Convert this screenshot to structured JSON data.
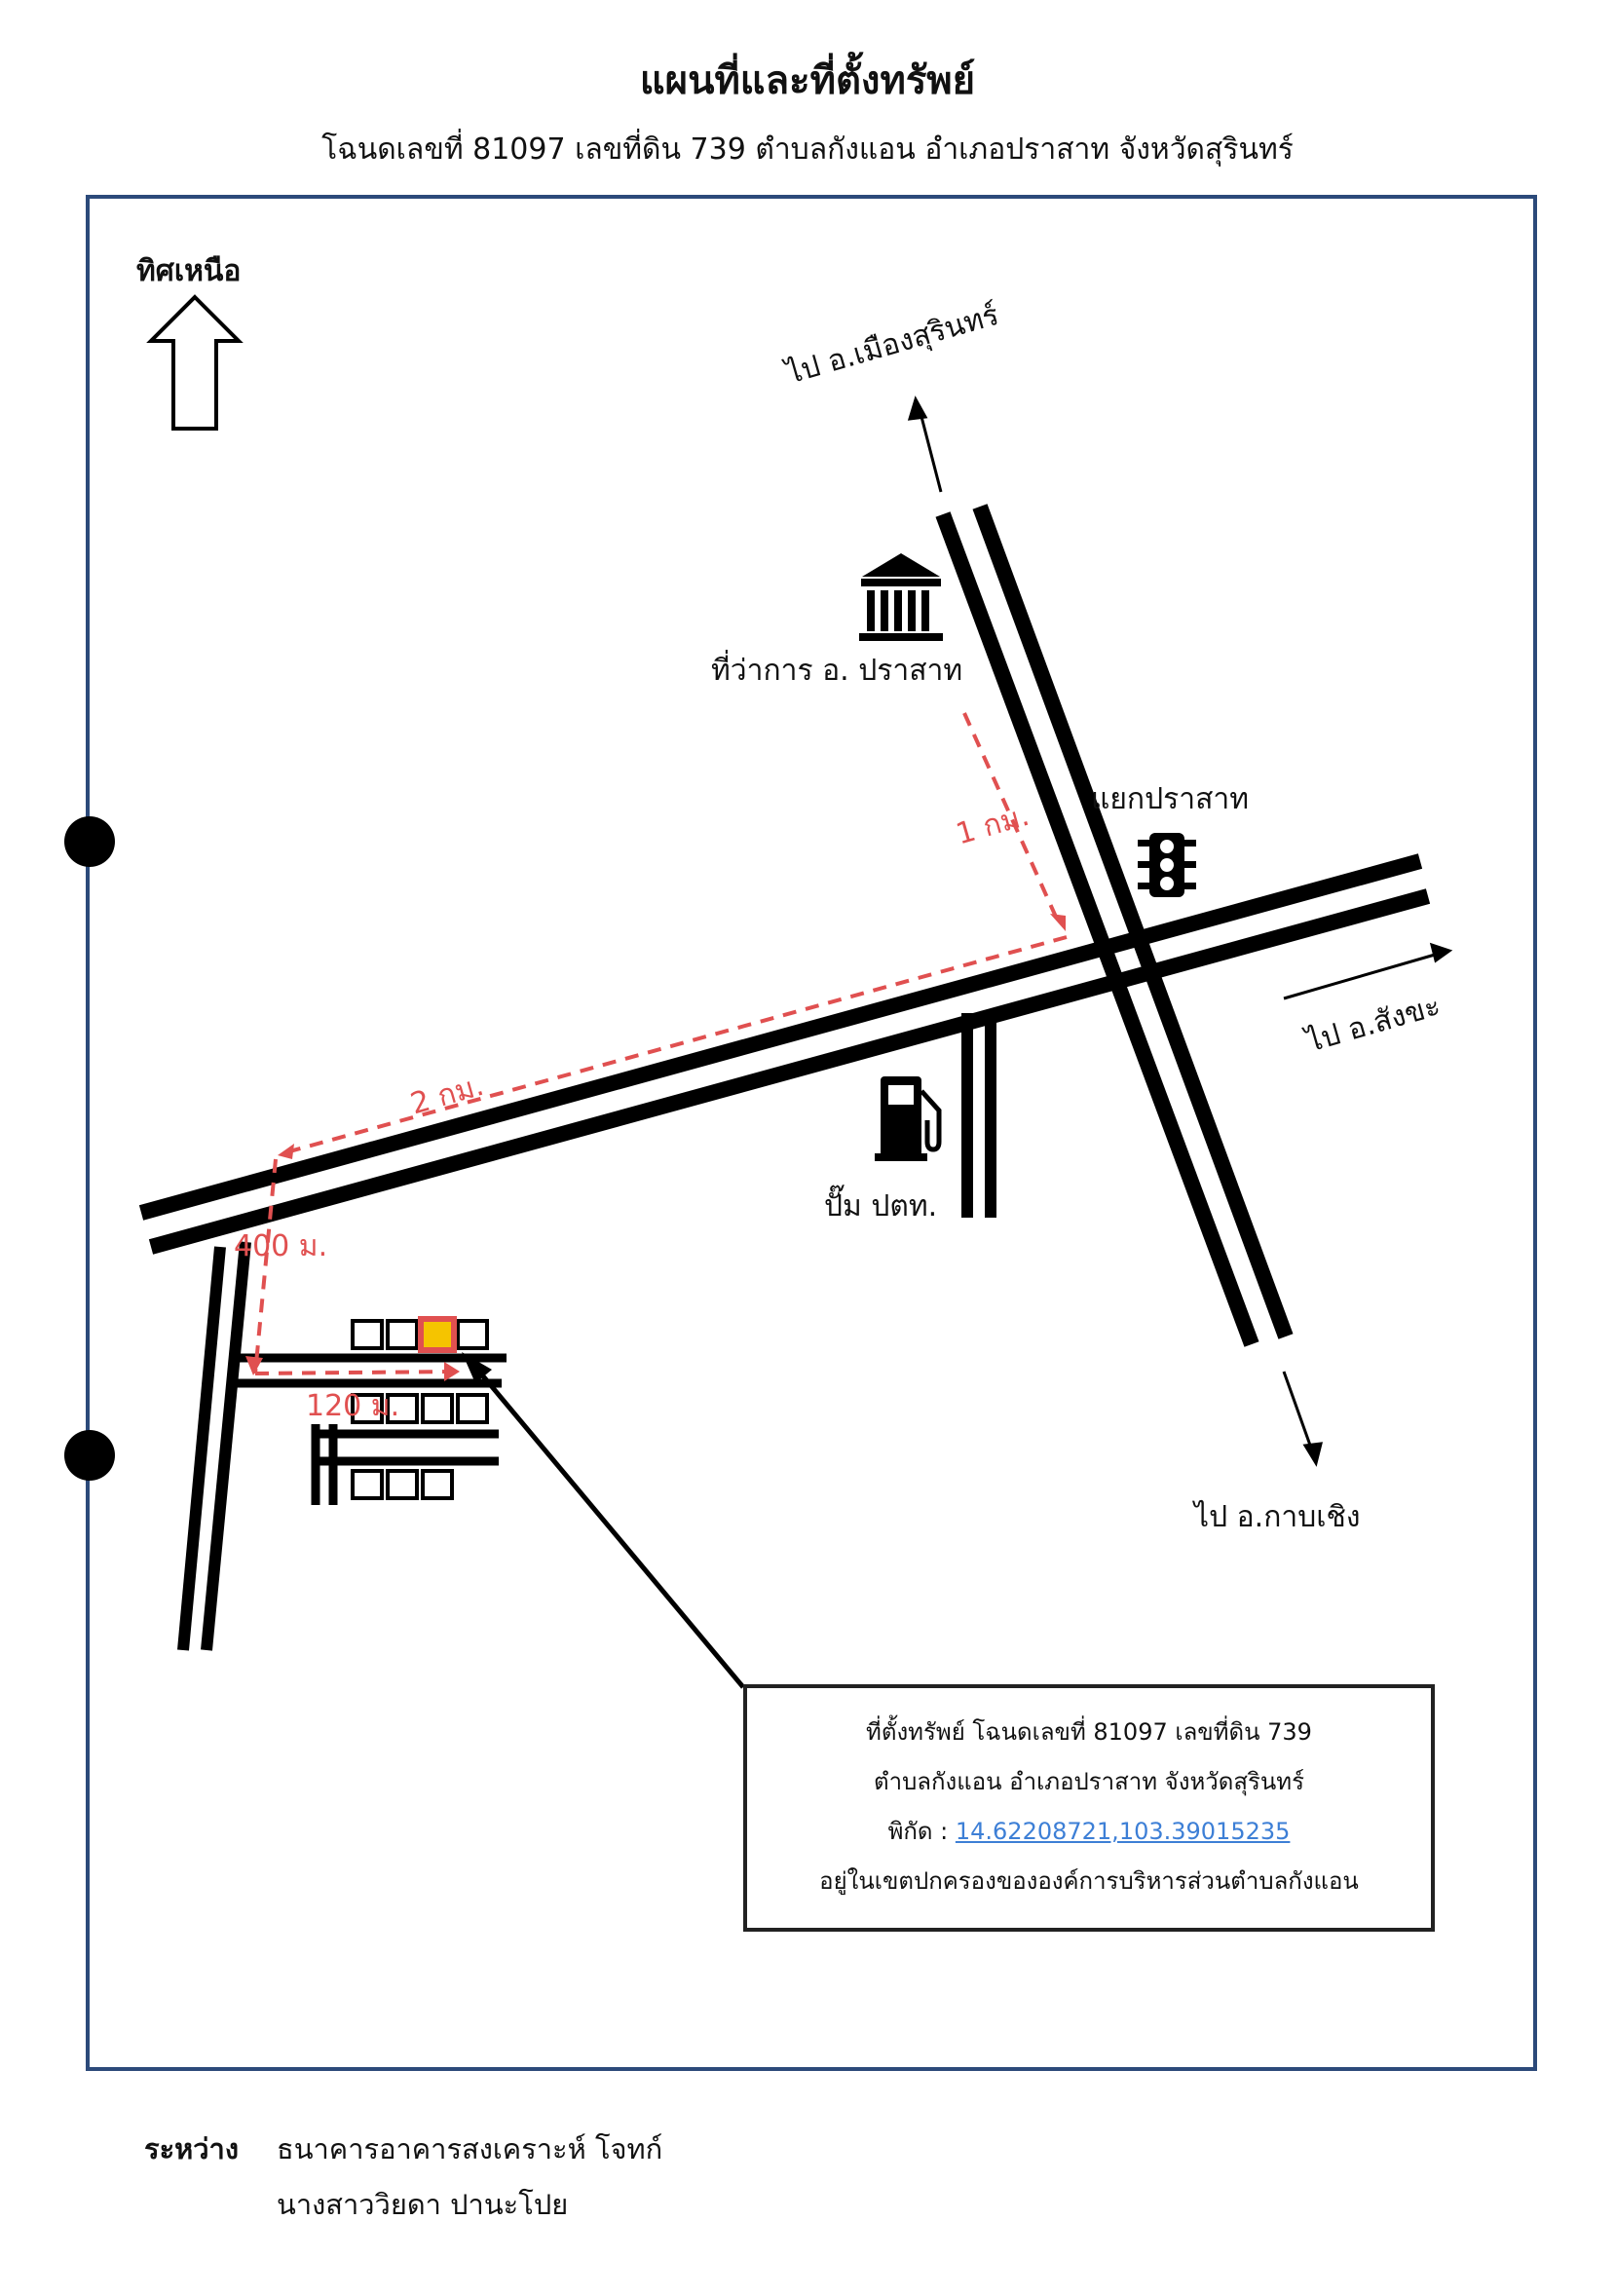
{
  "title": "แผนที่และที่ตั้งทรัพย์",
  "subtitle": "โฉนดเลขที่ 81097 เลขที่ดิน 739 ตำบลกังแอน อำเภอปราสาท จังหวัดสุรินทร์",
  "north_label": "ทิศเหนือ",
  "destinations": {
    "north": "ไป อ.เมืองสุรินทร์",
    "east": "ไป อ.สังขะ",
    "south": "ไป อ.กาบเชิง"
  },
  "landmarks": {
    "district_office": "ที่ว่าการ อ. ปราสาท",
    "intersection": "แยกปราสาท",
    "gas_station": "ปั๊ม ปตท."
  },
  "distances": {
    "d1": "1 กม.",
    "d2": "2 กม.",
    "d3": "400 ม.",
    "d4": "120 ม."
  },
  "info_box": {
    "line1": "ที่ตั้งทรัพย์ โฉนดเลขที่ 81097 เลขที่ดิน 739",
    "line2": "ตำบลกังแอน อำเภอปราสาท จังหวัดสุรินทร์",
    "coord_label": "พิกัด : ",
    "coord_value": "14.62208721,103.39015235",
    "line4": "อยู่ในเขตปกครองขององค์การบริหารส่วนตำบลกังแอน"
  },
  "footer": {
    "between_label": "ระหว่าง",
    "party1": "ธนาคารอาคารสงเคราะห์ โจทก์",
    "party2": "นางสาววิยดา ปานะโปย"
  },
  "colors": {
    "frame": "#2c4a7a",
    "route": "#e05050",
    "property": "#f5c400",
    "link": "#3d7fd6"
  },
  "icons": [
    "north-arrow-icon",
    "government-building-icon",
    "traffic-light-icon",
    "fuel-pump-icon",
    "property-marker-icon"
  ]
}
